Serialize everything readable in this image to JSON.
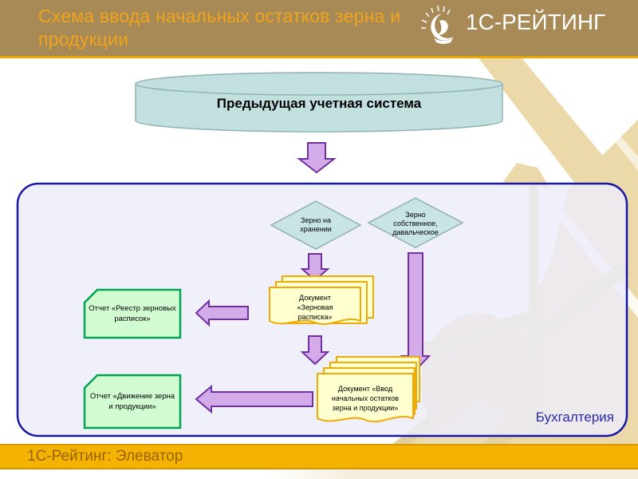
{
  "header": {
    "title": "Схема ввода начальных остатков зерна и продукции",
    "logo_text": "1С-РЕЙТИНГ",
    "logo_icon": "crescent-moon-with-rays"
  },
  "diagram": {
    "source_system_label": "Предыдущая учетная система",
    "decisions": [
      {
        "shape": "diamond",
        "label": "Зерно на хранении"
      },
      {
        "shape": "diamond",
        "label": "Зерно собственное, давальческое"
      }
    ],
    "documents": [
      {
        "shape": "document-stack",
        "label": "Документ «Зерновая расписка»"
      },
      {
        "shape": "document-stack",
        "label": "Документ «Ввод начальных остатков зерна и продукции»"
      }
    ],
    "reports": [
      {
        "shape": "card",
        "label": "Отчет «Реестр зерновых расписок»"
      },
      {
        "shape": "card",
        "label": "Отчет «Движение зерна и продукции»"
      }
    ],
    "department_label": "Бухгалтерия"
  },
  "footer": {
    "text": "1С-Рейтинг: Элеватор"
  },
  "colors": {
    "header_bg": "#a78a55",
    "title_text": "#f0a41c",
    "accent_gold": "#e8a500",
    "footer_bg": "#f4b303",
    "footer_text": "#9c6200",
    "container_border": "#1818a8",
    "container_fill": "#ededfa",
    "cylinder_fill": "#c2e0df",
    "diamond_fill": "#c9e4e4",
    "document_fill": "#ffffd0",
    "document_border": "#efaa06",
    "report_fill": "#d2fbd2",
    "report_border": "#00a651",
    "arrow_fill": "#d2abe8",
    "arrow_border": "#7030a0",
    "watermark_tan": "#ecd9a9",
    "department_text": "#2a2aa8"
  }
}
